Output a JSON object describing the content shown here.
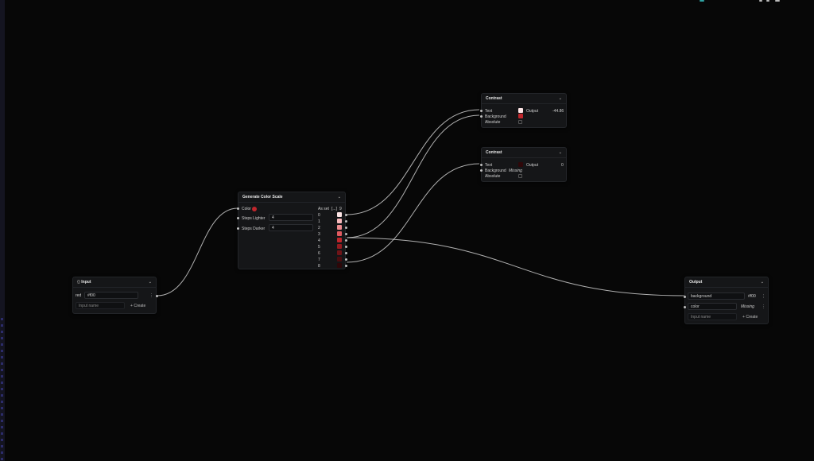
{
  "colors": {
    "accent_red": "#c0262c",
    "wire": "#d0d0d0",
    "node_bg": "#151618"
  },
  "input_node": {
    "title": "Input",
    "icon": "braces-icon",
    "row_label": "red",
    "row_value": "#f00",
    "menu": "⋮",
    "placeholder": "Input name",
    "create_label": "Create",
    "create_plus": "+"
  },
  "color_scale_node": {
    "title": "Generate Color Scale",
    "color_label": "Color",
    "steps_lighter_label": "Steps Lighter",
    "steps_lighter_value": "4",
    "steps_darker_label": "Steps Darker",
    "steps_darker_value": "4",
    "as_set_label": "As set",
    "array_label": "[...]",
    "array_count": "9",
    "outputs": [
      {
        "index": "0",
        "color": "#fde5e6"
      },
      {
        "index": "1",
        "color": "#f7b9bc"
      },
      {
        "index": "2",
        "color": "#ef8c90"
      },
      {
        "index": "3",
        "color": "#e05a60"
      },
      {
        "index": "4",
        "color": "#c0262c"
      },
      {
        "index": "5",
        "color": "#961b20"
      },
      {
        "index": "6",
        "color": "#701418"
      },
      {
        "index": "7",
        "color": "#4c0d10"
      },
      {
        "index": "8",
        "color": "#2e0709"
      }
    ]
  },
  "contrast_1": {
    "title": "Contrast",
    "text_label": "Text",
    "background_label": "Background",
    "absolute_label": "Absolute",
    "output_label": "Output",
    "output_value": "-44.86"
  },
  "contrast_2": {
    "title": "Contrast",
    "text_label": "Text",
    "background_label": "Background",
    "background_value": "Missing",
    "absolute_label": "Absolute",
    "output_label": "Output",
    "output_value": "0"
  },
  "output_node": {
    "title": "Output",
    "rows": [
      {
        "label": "background",
        "value": "#f00"
      },
      {
        "label": "color",
        "value": "Missing"
      }
    ],
    "menu": "⋮",
    "placeholder": "Input name",
    "create_label": "Create",
    "create_plus": "+"
  }
}
